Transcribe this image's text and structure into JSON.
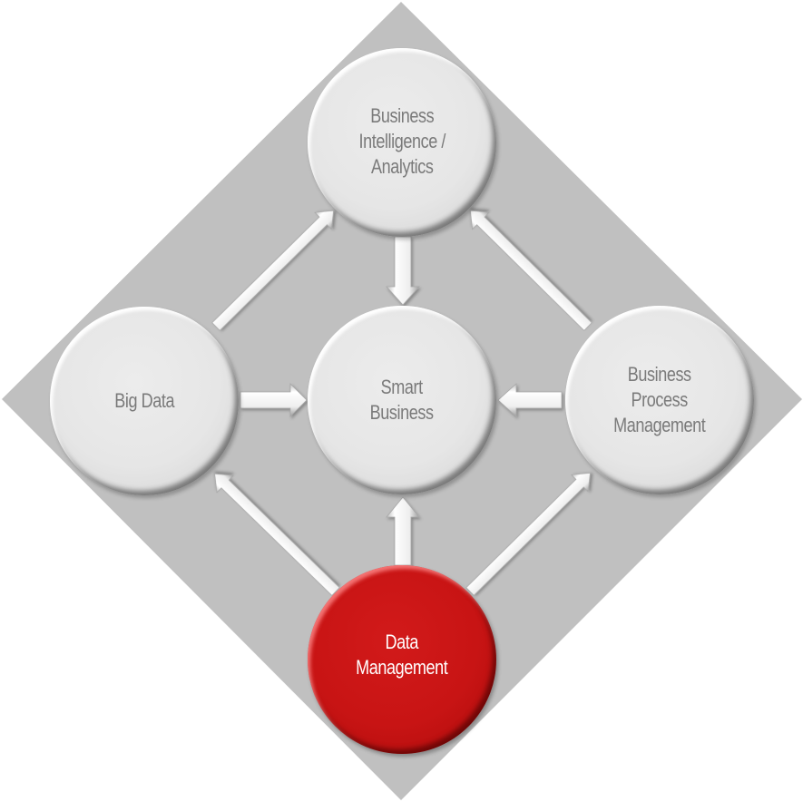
{
  "diagram": {
    "type": "hub-and-spoke diamond",
    "background_shape": {
      "shape": "diamond",
      "color": "#c0c0c0"
    },
    "colors": {
      "node_default": "#e6e6e6",
      "node_highlight": "#c81414",
      "text_default": "#7a7a7a",
      "text_highlight": "#ffffff",
      "arrow": "#f2f2f2"
    },
    "nodes": {
      "top": {
        "id": "bi",
        "label": "Business\nIntelligence /\nAnalytics"
      },
      "left": {
        "id": "big-data",
        "label": "Big Data"
      },
      "center": {
        "id": "smart-business",
        "label": "Smart\nBusiness"
      },
      "right": {
        "id": "bpm",
        "label": "Business\nProcess\nManagement"
      },
      "bottom": {
        "id": "data-management",
        "label": "Data\nManagement",
        "highlighted": true
      }
    },
    "edges": [
      {
        "from": "Big Data",
        "to": "Business Intelligence / Analytics"
      },
      {
        "from": "Business Process Management",
        "to": "Business Intelligence / Analytics"
      },
      {
        "from": "Business Intelligence / Analytics",
        "to": "Smart Business"
      },
      {
        "from": "Big Data",
        "to": "Smart Business"
      },
      {
        "from": "Business Process Management",
        "to": "Smart Business"
      },
      {
        "from": "Data Management",
        "to": "Smart Business"
      },
      {
        "from": "Data Management",
        "to": "Big Data"
      },
      {
        "from": "Data Management",
        "to": "Business Process Management"
      }
    ]
  }
}
